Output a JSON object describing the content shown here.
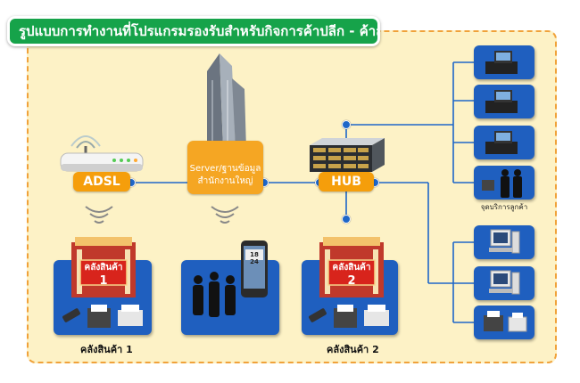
{
  "title": "รูปแบบการทำงานที่โปรแกรมรองรับสำหรับกิจการค้าปลีก - ค้าส่ง",
  "nodes": {
    "adsl": "ADSL",
    "server_line1": "Server/ฐานข้อมูล",
    "server_line2": "สำนักงานใหญ่",
    "hub": "HUB",
    "warehouse1_sign_text": "คลังสินค้า",
    "warehouse1_sign_num": "1",
    "warehouse2_sign_text": "คลังสินค้า",
    "warehouse2_sign_num": "2",
    "warehouse1_caption": "คลังสินค้า 1",
    "warehouse2_caption": "คลังสินค้า 2",
    "client_point": "จุดบริการลูกค้า",
    "phone_time": "18 24"
  },
  "colors": {
    "title_bg": "#16a34a",
    "panel_bg": "#fdf2c6",
    "panel_border": "#f0a23a",
    "orange_label": "#f59e0b",
    "blue_card": "#1f5fbf",
    "line": "#1e66c8"
  },
  "icons": [
    "adsl-router-icon",
    "server-tower-icon",
    "hub-rack-icon",
    "pos-terminal-icon",
    "computer-icon",
    "printer-icon",
    "smartphone-icon",
    "people-icon",
    "wifi-icon",
    "warehouse-icon",
    "barcode-scanner-icon"
  ]
}
